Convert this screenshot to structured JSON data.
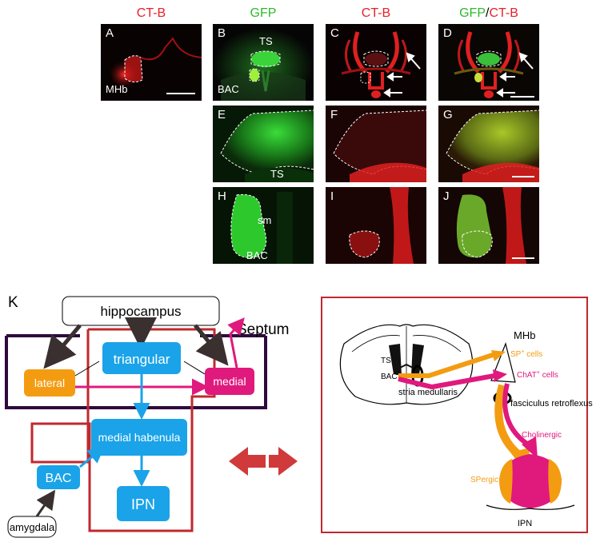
{
  "headers": {
    "col1": "CT-B",
    "col2": "GFP",
    "col3": "CT-B",
    "col4_gfp": "GFP",
    "col4_sep": "/",
    "col4_ctb": "CT-B"
  },
  "colors": {
    "red": "#e8202a",
    "green": "#2eb82e",
    "blue": "#1aa3e8",
    "magenta": "#e0197d",
    "orange": "#f39c12",
    "purple": "#2e0a3e",
    "darkred": "#c0282e"
  },
  "panels": {
    "A": {
      "label": "A",
      "region": "MHb"
    },
    "B": {
      "label": "B",
      "top": "TS",
      "bottom": "BAC"
    },
    "C": {
      "label": "C"
    },
    "D": {
      "label": "D"
    },
    "E": {
      "label": "E",
      "region": "TS"
    },
    "F": {
      "label": "F"
    },
    "G": {
      "label": "G"
    },
    "H": {
      "label": "H",
      "sm": "sm",
      "bac": "BAC"
    },
    "I": {
      "label": "I"
    },
    "J": {
      "label": "J"
    }
  },
  "schematic": {
    "label": "K",
    "hippocampus": "hippocampus",
    "septum": "Septum",
    "lateral": "lateral",
    "triangular": "triangular",
    "medial": "medial",
    "medial_habenula": "medial habenula",
    "bac": "BAC",
    "ipn": "IPN",
    "amygdala": "amygdala"
  },
  "brain_diagram": {
    "ts": "TS",
    "bac": "BAC",
    "stria": "stria medullaris",
    "mhb": "MHb",
    "sp_cells": "SP",
    "sp_sup": "+",
    "sp_tail": " cells",
    "chat_cells": "ChAT",
    "chat_sup": "+",
    "chat_tail": " cells",
    "fasciculus": "fasciculus retroflexus",
    "cholinergic": "Cholinergic",
    "spergic": "SPergic",
    "ipn": "IPN"
  }
}
